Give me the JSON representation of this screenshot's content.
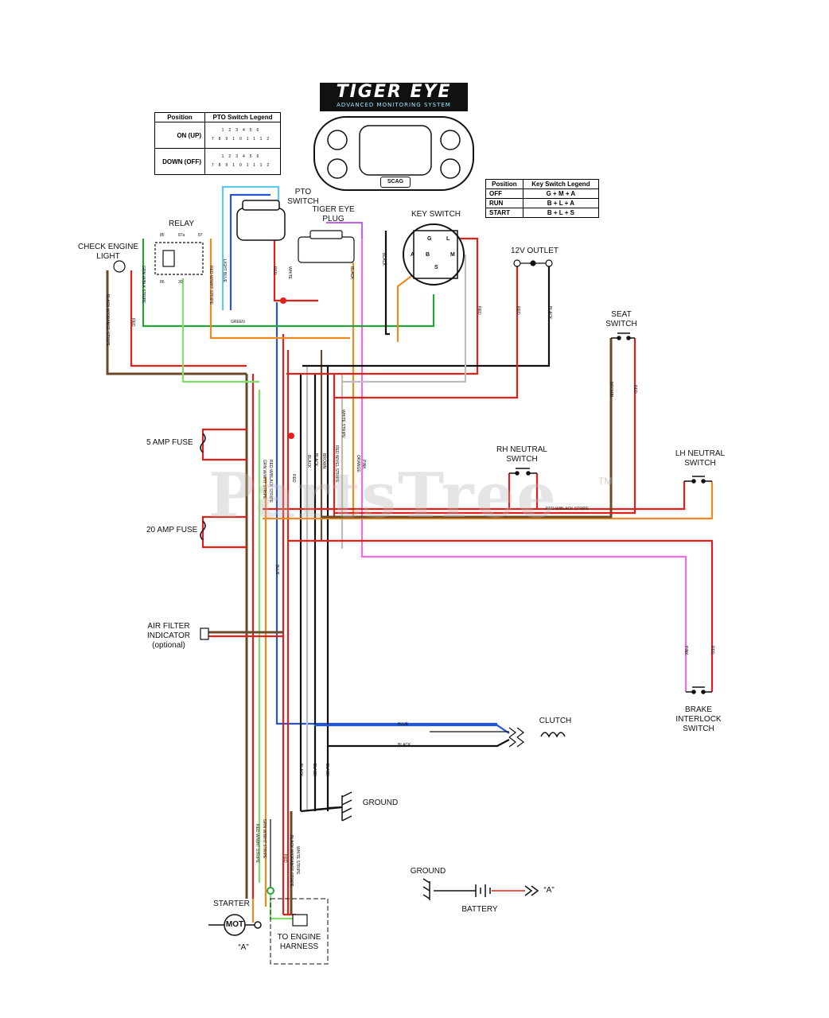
{
  "logo": {
    "title": "TIGER EYE",
    "subtitle": "ADVANCED MONITORING SYSTEM",
    "badge": "SCAG"
  },
  "pto_legend": {
    "headers": [
      "Position",
      "PTO Switch Legend"
    ],
    "rows": [
      {
        "position": "ON (UP)",
        "top": [
          "1",
          "2",
          "3",
          "4",
          "5",
          "6"
        ],
        "bottom": [
          "7",
          "8",
          "9",
          "10",
          "11",
          "12"
        ]
      },
      {
        "position": "DOWN (OFF)",
        "top": [
          "1",
          "2",
          "3",
          "4",
          "5",
          "6"
        ],
        "bottom": [
          "7",
          "8",
          "9",
          "10",
          "11",
          "12"
        ]
      }
    ]
  },
  "key_legend": {
    "headers": [
      "Position",
      "Key Switch Legend"
    ],
    "rows": [
      {
        "position": "OFF",
        "legend": "G + M + A"
      },
      {
        "position": "RUN",
        "legend": "B + L + A"
      },
      {
        "position": "START",
        "legend": "B + L + S"
      }
    ]
  },
  "labels": {
    "pto_switch": "PTO SWITCH",
    "tiger_eye_plug": "TIGER EYE PLUG",
    "key_switch": "KEY SWITCH",
    "relay": "RELAY",
    "check_engine_light": "CHECK ENGINE LIGHT",
    "outlet": "12V OUTLET",
    "seat_switch": "SEAT SWITCH",
    "fuse5": "5 AMP FUSE",
    "fuse20": "20 AMP FUSE",
    "rh_neutral": "RH NEUTRAL SWITCH",
    "lh_neutral": "LH NEUTRAL SWITCH",
    "air_filter": "AIR FILTER INDICATOR",
    "air_filter_note": "(optional)",
    "brake_interlock": "BRAKE INTERLOCK SWITCH",
    "clutch": "CLUTCH",
    "ground1": "GROUND",
    "ground2": "GROUND",
    "battery": "BATTERY",
    "battery_ref": "“A”",
    "starter": "STARTER",
    "starter_ref": "“A”",
    "starter_mot": "MOT",
    "engine_harness": "TO ENGINE HARNESS",
    "watermark": "PartsTree",
    "tm": "TM"
  },
  "relay_pins": {
    "p85": "85",
    "p87a": "87a",
    "p87": "87",
    "p86": "86",
    "p30": "30"
  },
  "key_pins": {
    "g": "G",
    "l": "L",
    "a": "A",
    "b": "B",
    "s": "S",
    "m": "M"
  },
  "wire_labels": {
    "green": "GREEN",
    "red": "RED",
    "black": "BLACK",
    "blue": "BLUE",
    "brown": "BROWN",
    "pink": "PINK",
    "orange": "ORANGE",
    "white": "WHITE",
    "grn_wht": "GRN W/WHT STRIPE",
    "red_blk": "RED W/BLACK STRIPE",
    "red_wht": "RED W/WHT STRIPE",
    "red_yel": "RED W/YEL STRIPE",
    "blk_org": "BLACK W/ORANGE STRIPE",
    "white_stripe": "WHITE STRIPE",
    "light_blue": "LIGHT BLUE",
    "grn_blk": "GRN W/BLK STRIPE"
  },
  "colors": {
    "red": "#e0201b",
    "black": "#111111",
    "green": "#23a33a",
    "light_green": "#7ee068",
    "blue": "#2255d8",
    "light_blue": "#5ec8ef",
    "orange": "#f08a1c",
    "brown": "#6b4a2a",
    "pink": "#ec6fe0",
    "white_wire": "#bdbdbd",
    "purple": "#b36be8"
  }
}
